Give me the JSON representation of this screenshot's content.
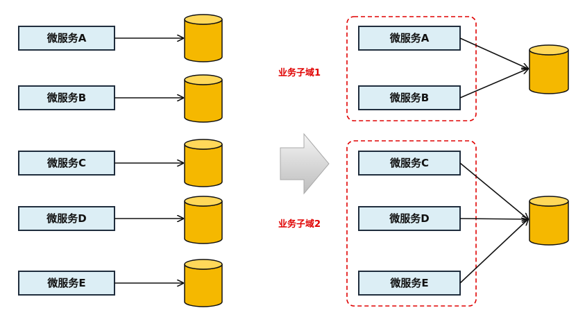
{
  "left_services": [
    {
      "label": "微服务A"
    },
    {
      "label": "微服务B"
    },
    {
      "label": "微服务C"
    },
    {
      "label": "微服务D"
    },
    {
      "label": "微服务E"
    }
  ],
  "right_services": [
    {
      "label": "微服务A"
    },
    {
      "label": "微服务B"
    },
    {
      "label": "微服务C"
    },
    {
      "label": "微服务D"
    },
    {
      "label": "微服务E"
    }
  ],
  "subdomains": [
    {
      "label": "业务子域1"
    },
    {
      "label": "业务子域2"
    }
  ],
  "colors": {
    "service_fill": "#dceef5",
    "service_stroke": "#1f2d3d",
    "db_fill": "#f5b800",
    "db_top": "#ffd85a",
    "db_stroke": "#111111",
    "subdomain_border": "#e00000",
    "subdomain_label": "#e00000",
    "transition_arrow": "#d9d9d9"
  },
  "icons": {
    "database": "database-icon",
    "transition": "right-arrow-icon"
  }
}
